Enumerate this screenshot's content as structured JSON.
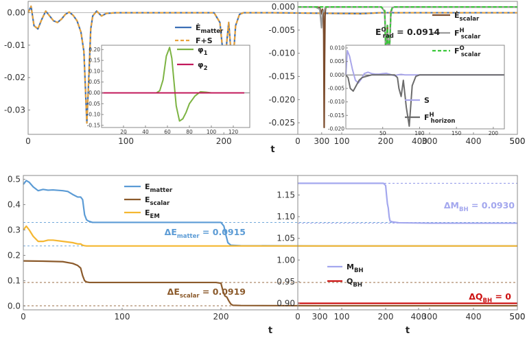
{
  "chart_data": [
    {
      "id": "tl",
      "type": "line",
      "xlabel": "t",
      "ylabel": "",
      "xlim": [
        0,
        500
      ],
      "ylim": [
        -0.0375,
        0.0035
      ],
      "xticks": [
        0,
        100,
        200,
        300,
        400,
        500
      ],
      "yticks": [
        0.0,
        -0.01,
        -0.02,
        -0.03
      ],
      "ytick_labels": [
        "0.00",
        "-0.01",
        "-0.02",
        "-0.03"
      ],
      "legend_position": "right",
      "series": [
        {
          "name": "Ė_matter",
          "label_main": "Ė",
          "label_sub": "matter",
          "color": "#3b6fb6",
          "dashed": false,
          "x": [
            0,
            3,
            6,
            10,
            14,
            18,
            22,
            26,
            30,
            34,
            38,
            42,
            46,
            50,
            54,
            57,
            60,
            62,
            64,
            66,
            70,
            75,
            80,
            90,
            100,
            150,
            190,
            196,
            199,
            201,
            203,
            205,
            207,
            209,
            212,
            216,
            220,
            250,
            340,
            360,
            400,
            500
          ],
          "y": [
            0,
            0.002,
            -0.004,
            -0.005,
            -0.002,
            0.0005,
            -0.001,
            -0.0025,
            -0.003,
            -0.002,
            -0.0005,
            0.0002,
            -0.0008,
            -0.0025,
            -0.006,
            -0.012,
            -0.034,
            -0.02,
            -0.005,
            -0.001,
            0.0005,
            -0.001,
            -0.0002,
            0,
            0,
            0,
            0,
            -0.003,
            -0.012,
            -0.017,
            -0.009,
            -0.003,
            -0.011,
            -0.017,
            -0.004,
            -0.0005,
            0,
            0,
            -0.0003,
            0,
            0,
            0
          ]
        },
        {
          "name": "F+S",
          "label_main": "F+S",
          "label_sub": "",
          "color": "#e8a23a",
          "dashed": true,
          "x": [
            0,
            3,
            6,
            10,
            14,
            18,
            22,
            26,
            30,
            34,
            38,
            42,
            46,
            50,
            54,
            57,
            60,
            62,
            64,
            66,
            70,
            75,
            80,
            90,
            100,
            150,
            190,
            196,
            199,
            201,
            203,
            205,
            207,
            209,
            212,
            216,
            220,
            250,
            340,
            360,
            400,
            500
          ],
          "y": [
            0,
            0.002,
            -0.004,
            -0.005,
            -0.002,
            0.0005,
            -0.001,
            -0.0025,
            -0.003,
            -0.002,
            -0.0005,
            0.0002,
            -0.0008,
            -0.0025,
            -0.006,
            -0.012,
            -0.034,
            -0.02,
            -0.005,
            -0.001,
            0.0005,
            -0.001,
            -0.0002,
            0,
            0,
            0,
            0,
            -0.003,
            -0.012,
            -0.017,
            -0.009,
            -0.003,
            -0.011,
            -0.017,
            -0.004,
            -0.0005,
            0,
            0,
            -0.0003,
            0,
            0,
            0
          ]
        }
      ],
      "inset": {
        "xlim": [
          0,
          135
        ],
        "ylim": [
          -0.16,
          0.22
        ],
        "xticks": [
          20,
          40,
          60,
          80,
          100,
          120
        ],
        "yticks": [
          0.2,
          0.15,
          0.1,
          0.05,
          0.0,
          -0.05,
          -0.1,
          -0.15
        ],
        "ytick_labels": [
          "0.20",
          "0.15",
          "0.10",
          "0.05",
          "0.00",
          "-0.05",
          "-0.10",
          "-0.15"
        ],
        "series": [
          {
            "name": "φ1",
            "label_main": "φ",
            "label_sub": "1",
            "color": "#7cb342",
            "x": [
              0,
              50,
              53,
              56,
              59,
              62,
              64,
              66,
              68,
              71,
              74,
              77,
              80,
              85,
              90,
              95,
              100,
              110,
              130
            ],
            "y": [
              0,
              0,
              0.01,
              0.06,
              0.17,
              0.21,
              0.16,
              0.05,
              -0.06,
              -0.13,
              -0.12,
              -0.09,
              -0.05,
              -0.015,
              0.005,
              0.003,
              0,
              0,
              0
            ]
          },
          {
            "name": "φ2",
            "label_main": "φ",
            "label_sub": "2",
            "color": "#c2185b",
            "x": [
              0,
              130
            ],
            "y": [
              0,
              0
            ]
          }
        ]
      }
    },
    {
      "id": "tr",
      "type": "line",
      "xlabel": "",
      "ylabel": "",
      "xlim": [
        0,
        500
      ],
      "ylim": [
        -0.0275,
        0.0012
      ],
      "xticks": [
        0,
        100,
        200,
        300,
        400,
        500
      ],
      "yticks": [
        0.0,
        -0.005,
        -0.01,
        -0.015,
        -0.02,
        -0.025
      ],
      "ytick_labels": [
        "0.000",
        "-0.005",
        "-0.010",
        "-0.015",
        "-0.020",
        "-0.025"
      ],
      "annotation": {
        "main": "E",
        "sup": "O",
        "sub": "rad",
        "value": " = 0.0914"
      },
      "series": [
        {
          "name": "Ė_scalar",
          "label_main": "Ė",
          "label_sub": "scalar",
          "label_sup": "",
          "color": "#7a4a2a",
          "dashed": false,
          "x": [
            0,
            40,
            50,
            54,
            56,
            58,
            59,
            60,
            61,
            62,
            63,
            64,
            66,
            70,
            80,
            190,
            198,
            200,
            202,
            204,
            206,
            208,
            210,
            212,
            215,
            220,
            500
          ],
          "y": [
            0,
            0,
            -0.0001,
            -0.0015,
            -0.0005,
            -0.001,
            -0.006,
            -0.026,
            -0.012,
            -0.002,
            -0.0005,
            -0.0001,
            0,
            0,
            0,
            0,
            -0.001,
            -0.009,
            -0.011,
            -0.004,
            -0.009,
            -0.0105,
            -0.006,
            -0.001,
            -0.0002,
            0,
            0
          ]
        },
        {
          "name": "F^H_scalar",
          "label_main": "F",
          "label_sub": "scalar",
          "label_sup": "H",
          "color": "#9a9a9a",
          "dashed": false,
          "x": [
            0,
            40,
            50,
            54,
            56,
            58,
            60,
            62,
            64,
            68,
            80,
            190,
            198,
            200,
            202,
            204,
            206,
            208,
            210,
            212,
            215,
            220,
            500
          ],
          "y": [
            0,
            0,
            -0.0005,
            -0.0045,
            -0.0015,
            -0.0008,
            -0.001,
            -0.0003,
            0,
            0,
            0,
            0,
            -0.001,
            -0.0095,
            -0.0115,
            -0.005,
            -0.0095,
            -0.011,
            -0.006,
            -0.0015,
            -0.0002,
            0,
            0
          ]
        },
        {
          "name": "F^O_scalar",
          "label_main": "F",
          "label_sub": "scalar",
          "label_sup": "O",
          "color": "#39c739",
          "dashed": true,
          "x": [
            0,
            190,
            198,
            200,
            202,
            204,
            206,
            208,
            210,
            212,
            215,
            220,
            500
          ],
          "y": [
            0,
            0,
            -0.0008,
            -0.009,
            -0.0108,
            -0.004,
            -0.0088,
            -0.0105,
            -0.006,
            -0.001,
            -0.0002,
            0,
            0
          ]
        }
      ],
      "inset": {
        "xlim": [
          0,
          215
        ],
        "ylim": [
          -0.02,
          0.011
        ],
        "xticks": [
          50,
          100,
          150,
          200
        ],
        "yticks": [
          0.01,
          0.005,
          0.0,
          -0.005,
          -0.01,
          -0.015,
          -0.02
        ],
        "ytick_labels": [
          "0.010",
          "0.005",
          "0.000",
          "-0.005",
          "-0.010",
          "-0.015",
          "-0.020"
        ],
        "series": [
          {
            "name": "S",
            "label_main": "S",
            "label_sub": "",
            "label_sup": "",
            "color": "#a9a6ea",
            "x": [
              0,
              2,
              5,
              9,
              13,
              17,
              21,
              25,
              30,
              35,
              40,
              45,
              50,
              55,
              60,
              66,
              70,
              75,
              80,
              90,
              120,
              215
            ],
            "y": [
              0,
              0.009,
              0.007,
              0.002,
              -0.002,
              -0.003,
              -0.0015,
              0.0005,
              0.001,
              0.0005,
              0.0003,
              0.0003,
              0.0005,
              0.0006,
              0.0002,
              -0.0003,
              0,
              0.0002,
              0,
              0,
              0,
              0
            ]
          },
          {
            "name": "F^H_horizon",
            "label_main": "F",
            "label_sub": "horizon",
            "label_sup": "H",
            "color": "#6b6b6b",
            "x": [
              0,
              3,
              6,
              10,
              14,
              18,
              22,
              28,
              35,
              50,
              66,
              70,
              72,
              75,
              78,
              82,
              86,
              90,
              95,
              100,
              130,
              215
            ],
            "y": [
              0,
              -0.001,
              -0.005,
              -0.006,
              -0.004,
              -0.002,
              -0.001,
              -0.0005,
              0,
              0,
              0,
              -0.001,
              -0.005,
              -0.008,
              -0.002,
              -0.012,
              -0.019,
              -0.004,
              -0.0005,
              0,
              0,
              0
            ]
          }
        ]
      }
    },
    {
      "id": "bl",
      "type": "line",
      "xlabel": "t",
      "ylabel": "",
      "xlim": [
        0,
        500
      ],
      "ylim": [
        -0.015,
        0.515
      ],
      "xticks": [
        0,
        100,
        200,
        300,
        400,
        500
      ],
      "yticks": [
        0.0,
        0.1,
        0.2,
        0.3,
        0.4,
        0.5
      ],
      "ytick_labels": [
        "0.0",
        "0.1",
        "0.2",
        "0.3",
        "0.4",
        "0.5"
      ],
      "reference_lines": [
        {
          "y": 0.33,
          "color": "#5b9bd5"
        },
        {
          "y": 0.237,
          "color": "#5b9bd5"
        },
        {
          "y": 0.093,
          "color": "#8b5a2b"
        },
        {
          "y": 0.001,
          "color": "#8b5a2b"
        }
      ],
      "annotations": [
        {
          "main": "ΔE",
          "sub": "matter",
          "value": " = 0.0915",
          "color": "#5b9bd5"
        },
        {
          "main": "ΔE",
          "sub": "scalar",
          "value": " = 0.0919",
          "color": "#8b5a2b"
        }
      ],
      "series": [
        {
          "name": "E_matter",
          "label_main": "E",
          "label_sub": "matter",
          "color": "#5b9bd5",
          "x": [
            0,
            3,
            6,
            10,
            15,
            20,
            25,
            30,
            40,
            45,
            50,
            55,
            58,
            60,
            62,
            64,
            66,
            70,
            80,
            100,
            150,
            195,
            200,
            203,
            205,
            207,
            210,
            220,
            300,
            500
          ],
          "y": [
            0.48,
            0.495,
            0.488,
            0.47,
            0.455,
            0.46,
            0.457,
            0.458,
            0.455,
            0.452,
            0.44,
            0.43,
            0.43,
            0.42,
            0.36,
            0.34,
            0.335,
            0.33,
            0.33,
            0.33,
            0.33,
            0.33,
            0.33,
            0.315,
            0.28,
            0.25,
            0.24,
            0.238,
            0.237,
            0.237
          ]
        },
        {
          "name": "E_scalar",
          "label_main": "E",
          "label_sub": "scalar",
          "color": "#8b5a2b",
          "x": [
            0,
            20,
            40,
            50,
            55,
            58,
            60,
            62,
            64,
            67,
            70,
            100,
            150,
            195,
            200,
            202,
            204,
            206,
            208,
            210,
            212,
            220,
            300,
            500
          ],
          "y": [
            0.178,
            0.177,
            0.175,
            0.168,
            0.16,
            0.15,
            0.12,
            0.1,
            0.095,
            0.093,
            0.093,
            0.093,
            0.093,
            0.093,
            0.09,
            0.06,
            0.04,
            0.035,
            0.02,
            0.008,
            0.003,
            0.002,
            0.001,
            0.001
          ]
        },
        {
          "name": "E_EM",
          "label_main": "E",
          "label_sub": "EM",
          "color": "#f5b731",
          "x": [
            0,
            3,
            6,
            10,
            15,
            20,
            25,
            30,
            40,
            50,
            55,
            58,
            60,
            62,
            64,
            66,
            70,
            100,
            500
          ],
          "y": [
            0.3,
            0.315,
            0.3,
            0.275,
            0.255,
            0.255,
            0.26,
            0.26,
            0.255,
            0.25,
            0.245,
            0.245,
            0.24,
            0.238,
            0.237,
            0.237,
            0.237,
            0.237,
            0.237
          ]
        }
      ]
    },
    {
      "id": "br",
      "type": "line",
      "xlabel": "t",
      "ylabel": "",
      "xlim": [
        0,
        500
      ],
      "ylim": [
        0.885,
        1.195
      ],
      "xticks": [
        0,
        100,
        200,
        300,
        400,
        500
      ],
      "yticks": [
        0.9,
        0.95,
        1.0,
        1.05,
        1.1,
        1.15
      ],
      "ytick_labels": [
        "0.90",
        "0.95",
        "1.00",
        "1.05",
        "1.10",
        "1.15"
      ],
      "reference_lines": [
        {
          "y": 1.177,
          "color": "#8c93e8"
        },
        {
          "y": 1.085,
          "color": "#8c93e8"
        }
      ],
      "annotations": [
        {
          "main": "ΔM",
          "sub": "BH",
          "value": " = 0.0930",
          "color": "#a3a7ee"
        },
        {
          "main": "ΔQ",
          "sub": "BH",
          "value": " = 0",
          "color": "#cc1111"
        }
      ],
      "series": [
        {
          "name": "M_BH",
          "label_main": "M",
          "label_sub": "BH",
          "color": "#a3a7ee",
          "x": [
            0,
            195,
            200,
            202,
            204,
            206,
            208,
            210,
            215,
            230,
            300,
            500
          ],
          "y": [
            1.177,
            1.177,
            1.172,
            1.15,
            1.13,
            1.12,
            1.1,
            1.09,
            1.088,
            1.086,
            1.085,
            1.085
          ]
        },
        {
          "name": "Q_BH",
          "label_main": "Q",
          "label_sub": "BH",
          "color": "#cc1111",
          "x": [
            0,
            500
          ],
          "y": [
            0.9,
            0.9
          ]
        }
      ]
    }
  ]
}
